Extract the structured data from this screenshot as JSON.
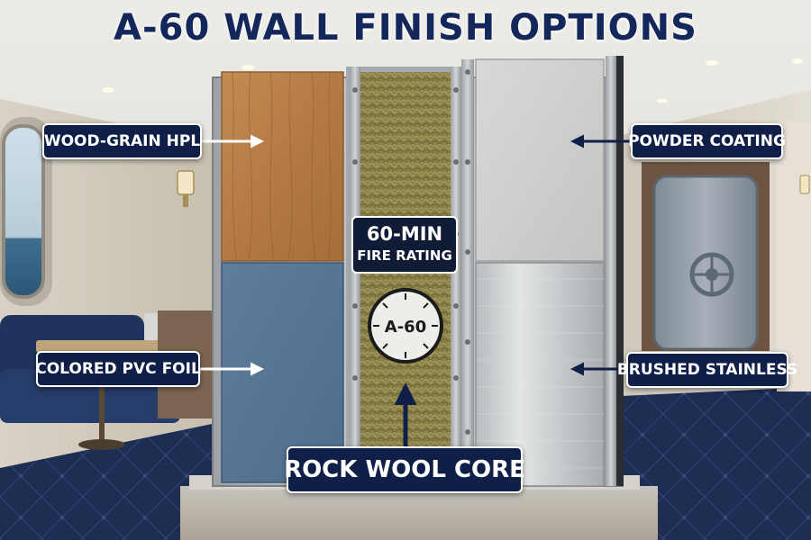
{
  "title": "A-60 WALL FINISH OPTIONS",
  "callouts": {
    "wood_grain": "WOOD-GRAIN HPL",
    "colored_pvc": "COLORED PVC FOIL",
    "powder_coating": "POWDER COATING",
    "brushed_stainless": "BRUSHED STAINLESS",
    "rock_wool": "ROCK WOOL CORE"
  },
  "rating": {
    "line1": "60-MIN",
    "line2": "FIRE RATING"
  },
  "badge": "A-60",
  "colors": {
    "title": "#14275a",
    "callout_bg": "#0f1f47",
    "wood": "#b5834e",
    "pvc_blue": "#557595",
    "rock_wool": "#8a7f47",
    "steel": "#c6c8ca",
    "carpet": "#1e2d52"
  }
}
